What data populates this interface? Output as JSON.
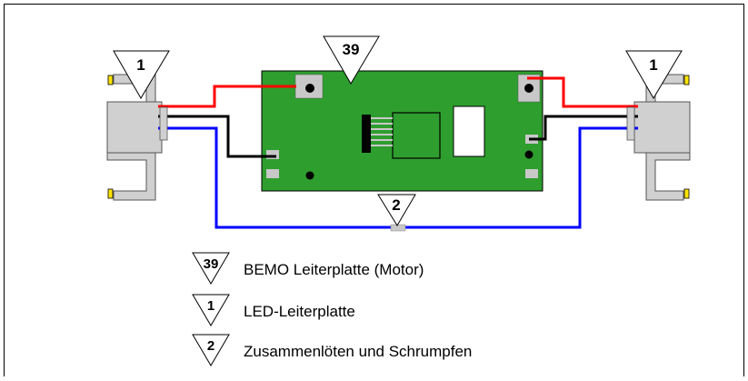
{
  "callouts": {
    "board": "39",
    "led_left": "1",
    "led_right": "1",
    "solder_joint": "2"
  },
  "legend": [
    {
      "marker": "39",
      "text": "BEMO Leiterplatte (Motor)"
    },
    {
      "marker": "1",
      "text": "LED-Leiterplatte"
    },
    {
      "marker": "2",
      "text": "Zusammenlöten und Schrumpfen"
    }
  ],
  "colors": {
    "pcb_green": "#2e9e2e",
    "connector_grey": "#d0d0d0",
    "pad_grey": "#c8c8c8",
    "wire_red": "#ff0000",
    "wire_black": "#000000",
    "wire_blue": "#0000ff",
    "terminal_yellow": "#ffe400",
    "frame": "#000000"
  }
}
